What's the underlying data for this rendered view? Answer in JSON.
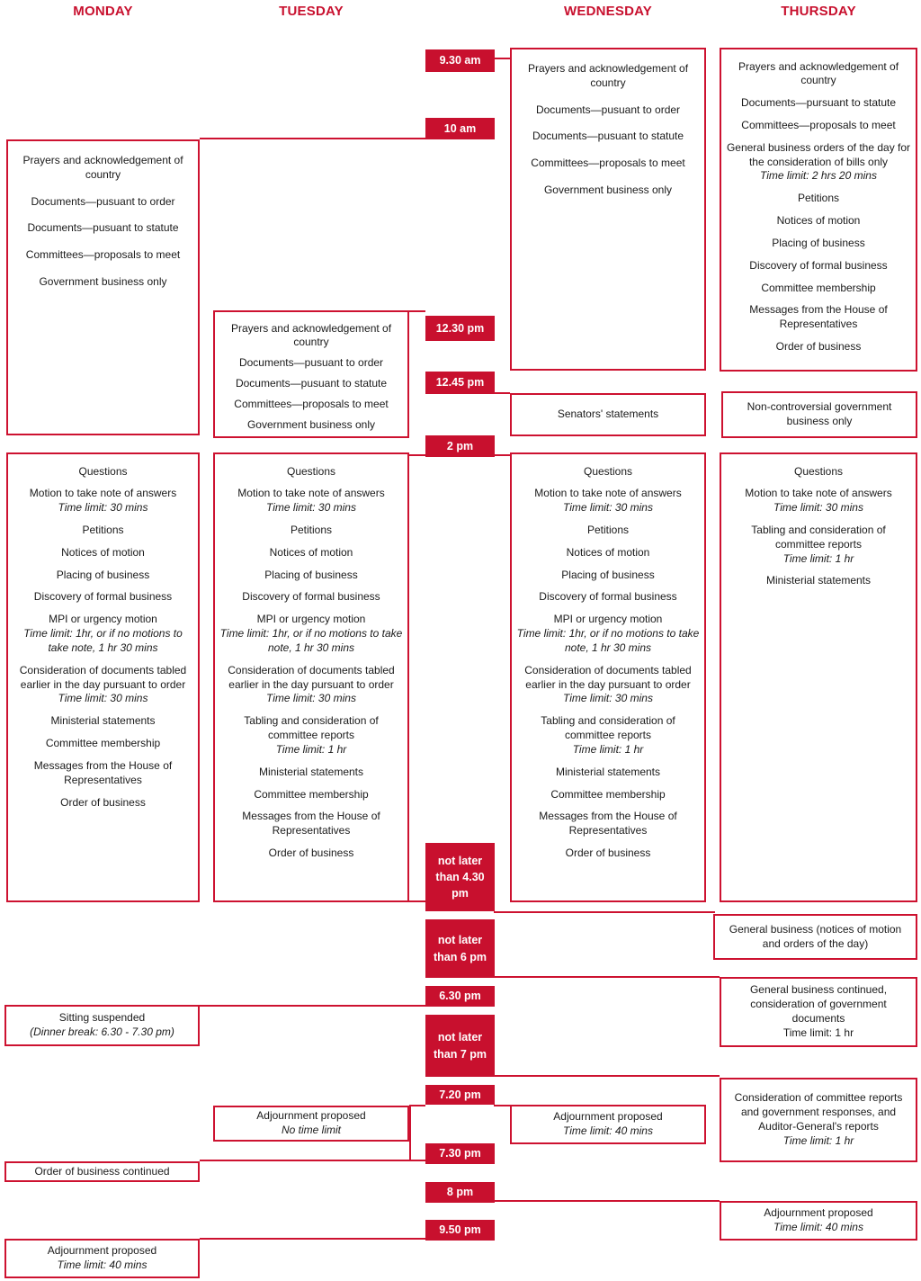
{
  "accent_color": "#c8102e",
  "border_color": "#cd1230",
  "days": [
    "MONDAY",
    "TUESDAY",
    "WEDNESDAY",
    "THURSDAY"
  ],
  "times": {
    "t930am": "9.30 am",
    "t10am": "10 am",
    "t1230pm": "12.30 pm",
    "t1245pm": "12.45 pm",
    "t2pm": "2 pm",
    "t430pm": "not later than 4.30 pm",
    "t6pm": "not later than 6 pm",
    "t630pm": "6.30 pm",
    "t7pm": "not later than 7 pm",
    "t720pm": "7.20 pm",
    "t730pm": "7.30 pm",
    "t8pm": "8 pm",
    "t950pm": "9.50 pm"
  },
  "boxes": {
    "monday_10am": {
      "items": [
        {
          "t": "Prayers and acknowledgement of country"
        },
        {
          "t": "Documents—pusuant to order"
        },
        {
          "t": "Documents—pusuant to statute"
        },
        {
          "t": "Committees—proposals to meet"
        },
        {
          "t": "Government business only"
        }
      ]
    },
    "tuesday_1230pm": {
      "items": [
        {
          "t": "Prayers and acknowledgement of country"
        },
        {
          "t": "Documents—pusuant to order"
        },
        {
          "t": "Documents—pusuant to statute"
        },
        {
          "t": "Committees—proposals to meet"
        },
        {
          "t": "Government business only"
        }
      ]
    },
    "wednesday_930am": {
      "items": [
        {
          "t": "Prayers and acknowledgement of country"
        },
        {
          "t": "Documents—pusuant to order"
        },
        {
          "t": "Documents—pusuant to statute"
        },
        {
          "t": "Committees—proposals to meet"
        },
        {
          "t": "Government business only"
        }
      ]
    },
    "thursday_930am": {
      "items": [
        {
          "t": "Prayers and acknowledgement of country"
        },
        {
          "t": "Documents—pursuant to statute"
        },
        {
          "t": "Committees—proposals to meet"
        },
        {
          "t": "General business orders of the day for the consideration of bills only",
          "sub": "Time limit: 2 hrs 20 mins"
        },
        {
          "t": "Petitions"
        },
        {
          "t": "Notices of motion"
        },
        {
          "t": "Placing of business"
        },
        {
          "t": "Discovery of formal business"
        },
        {
          "t": "Committee membership"
        },
        {
          "t": "Messages from the House of Representatives"
        },
        {
          "t": "Order of business"
        }
      ]
    },
    "wednesday_1245pm": {
      "items": [
        {
          "t": "Senators' statements"
        }
      ]
    },
    "thursday_1245pm": {
      "items": [
        {
          "t": "Non-controversial government business only"
        }
      ]
    },
    "monday_2pm": {
      "items": [
        {
          "t": "Questions"
        },
        {
          "t": "Motion to take note of answers",
          "sub": "Time limit: 30 mins"
        },
        {
          "t": "Petitions"
        },
        {
          "t": "Notices of motion"
        },
        {
          "t": "Placing of business"
        },
        {
          "t": "Discovery of formal business"
        },
        {
          "t": "MPI or urgency motion",
          "sub": "Time limit: 1hr, or if no motions to take note, 1 hr 30 mins"
        },
        {
          "t": "Consideration of documents tabled earlier in the day pursuant to order",
          "sub": "Time limit: 30 mins"
        },
        {
          "t": "Ministerial statements"
        },
        {
          "t": "Committee membership"
        },
        {
          "t": "Messages from the House of Representatives"
        },
        {
          "t": "Order of business"
        }
      ]
    },
    "tuesday_2pm": {
      "items": [
        {
          "t": "Questions"
        },
        {
          "t": "Motion to take note of answers",
          "sub": "Time limit: 30 mins"
        },
        {
          "t": "Petitions"
        },
        {
          "t": "Notices of motion"
        },
        {
          "t": "Placing of business"
        },
        {
          "t": "Discovery of formal business"
        },
        {
          "t": "MPI or urgency motion",
          "sub": "Time limit: 1hr, or if no motions to take note, 1 hr 30 mins"
        },
        {
          "t": "Consideration of documents tabled earlier in the day pursuant to order",
          "sub": "Time limit: 30 mins"
        },
        {
          "t": "Tabling and consideration of committee reports",
          "sub": "Time limit: 1 hr"
        },
        {
          "t": "Ministerial statements"
        },
        {
          "t": "Committee membership"
        },
        {
          "t": "Messages from the House of Representatives"
        },
        {
          "t": "Order of business"
        }
      ]
    },
    "wednesday_2pm": {
      "items": [
        {
          "t": "Questions"
        },
        {
          "t": "Motion to take note of answers",
          "sub": "Time limit: 30 mins"
        },
        {
          "t": "Petitions"
        },
        {
          "t": "Notices of motion"
        },
        {
          "t": "Placing of business"
        },
        {
          "t": "Discovery of formal business"
        },
        {
          "t": "MPI or urgency motion",
          "sub": "Time limit: 1hr, or if no motions to take note, 1 hr 30 mins"
        },
        {
          "t": "Consideration of documents tabled earlier in the day pursuant to order",
          "sub": "Time limit: 30 mins"
        },
        {
          "t": "Tabling and consideration of committee reports",
          "sub": "Time limit: 1 hr"
        },
        {
          "t": "Ministerial statements"
        },
        {
          "t": "Committee membership"
        },
        {
          "t": "Messages from the House of Representatives"
        },
        {
          "t": "Order of business"
        }
      ]
    },
    "thursday_2pm": {
      "items": [
        {
          "t": "Questions"
        },
        {
          "t": "Motion to take note of answers",
          "sub": "Time limit: 30 mins"
        },
        {
          "t": "Tabling and consideration of committee reports",
          "sub": "Time limit: 1 hr"
        },
        {
          "t": "Ministerial statements"
        }
      ]
    },
    "thursday_general_business": {
      "items": [
        {
          "t": "General business (notices of motion and orders of the day)"
        }
      ]
    },
    "thursday_general_business_continued": {
      "items": [
        {
          "t": "General business continued, consideration of government documents",
          "subPlain": "Time limit: 1 hr"
        }
      ]
    },
    "monday_sitting_suspended": {
      "items": [
        {
          "t": "Sitting suspended",
          "sub": "(Dinner break: 6.30 - 7.30 pm)"
        }
      ]
    },
    "thursday_committee_reports": {
      "items": [
        {
          "t": "Consideration of committee reports and government responses, and Auditor-General's reports",
          "sub": "Time limit: 1 hr"
        }
      ]
    },
    "tuesday_adjournment": {
      "items": [
        {
          "t": "Adjournment proposed",
          "sub": "No time limit"
        }
      ]
    },
    "wednesday_adjournment": {
      "items": [
        {
          "t": "Adjournment proposed",
          "sub": "Time limit: 40 mins"
        }
      ]
    },
    "monday_order_of_business_continued": {
      "items": [
        {
          "t": "Order of business continued"
        }
      ]
    },
    "thursday_adjournment": {
      "items": [
        {
          "t": "Adjournment proposed",
          "sub": "Time limit: 40 mins"
        }
      ]
    },
    "monday_adjournment": {
      "items": [
        {
          "t": "Adjournment proposed",
          "sub": "Time limit: 40 mins"
        }
      ]
    }
  }
}
